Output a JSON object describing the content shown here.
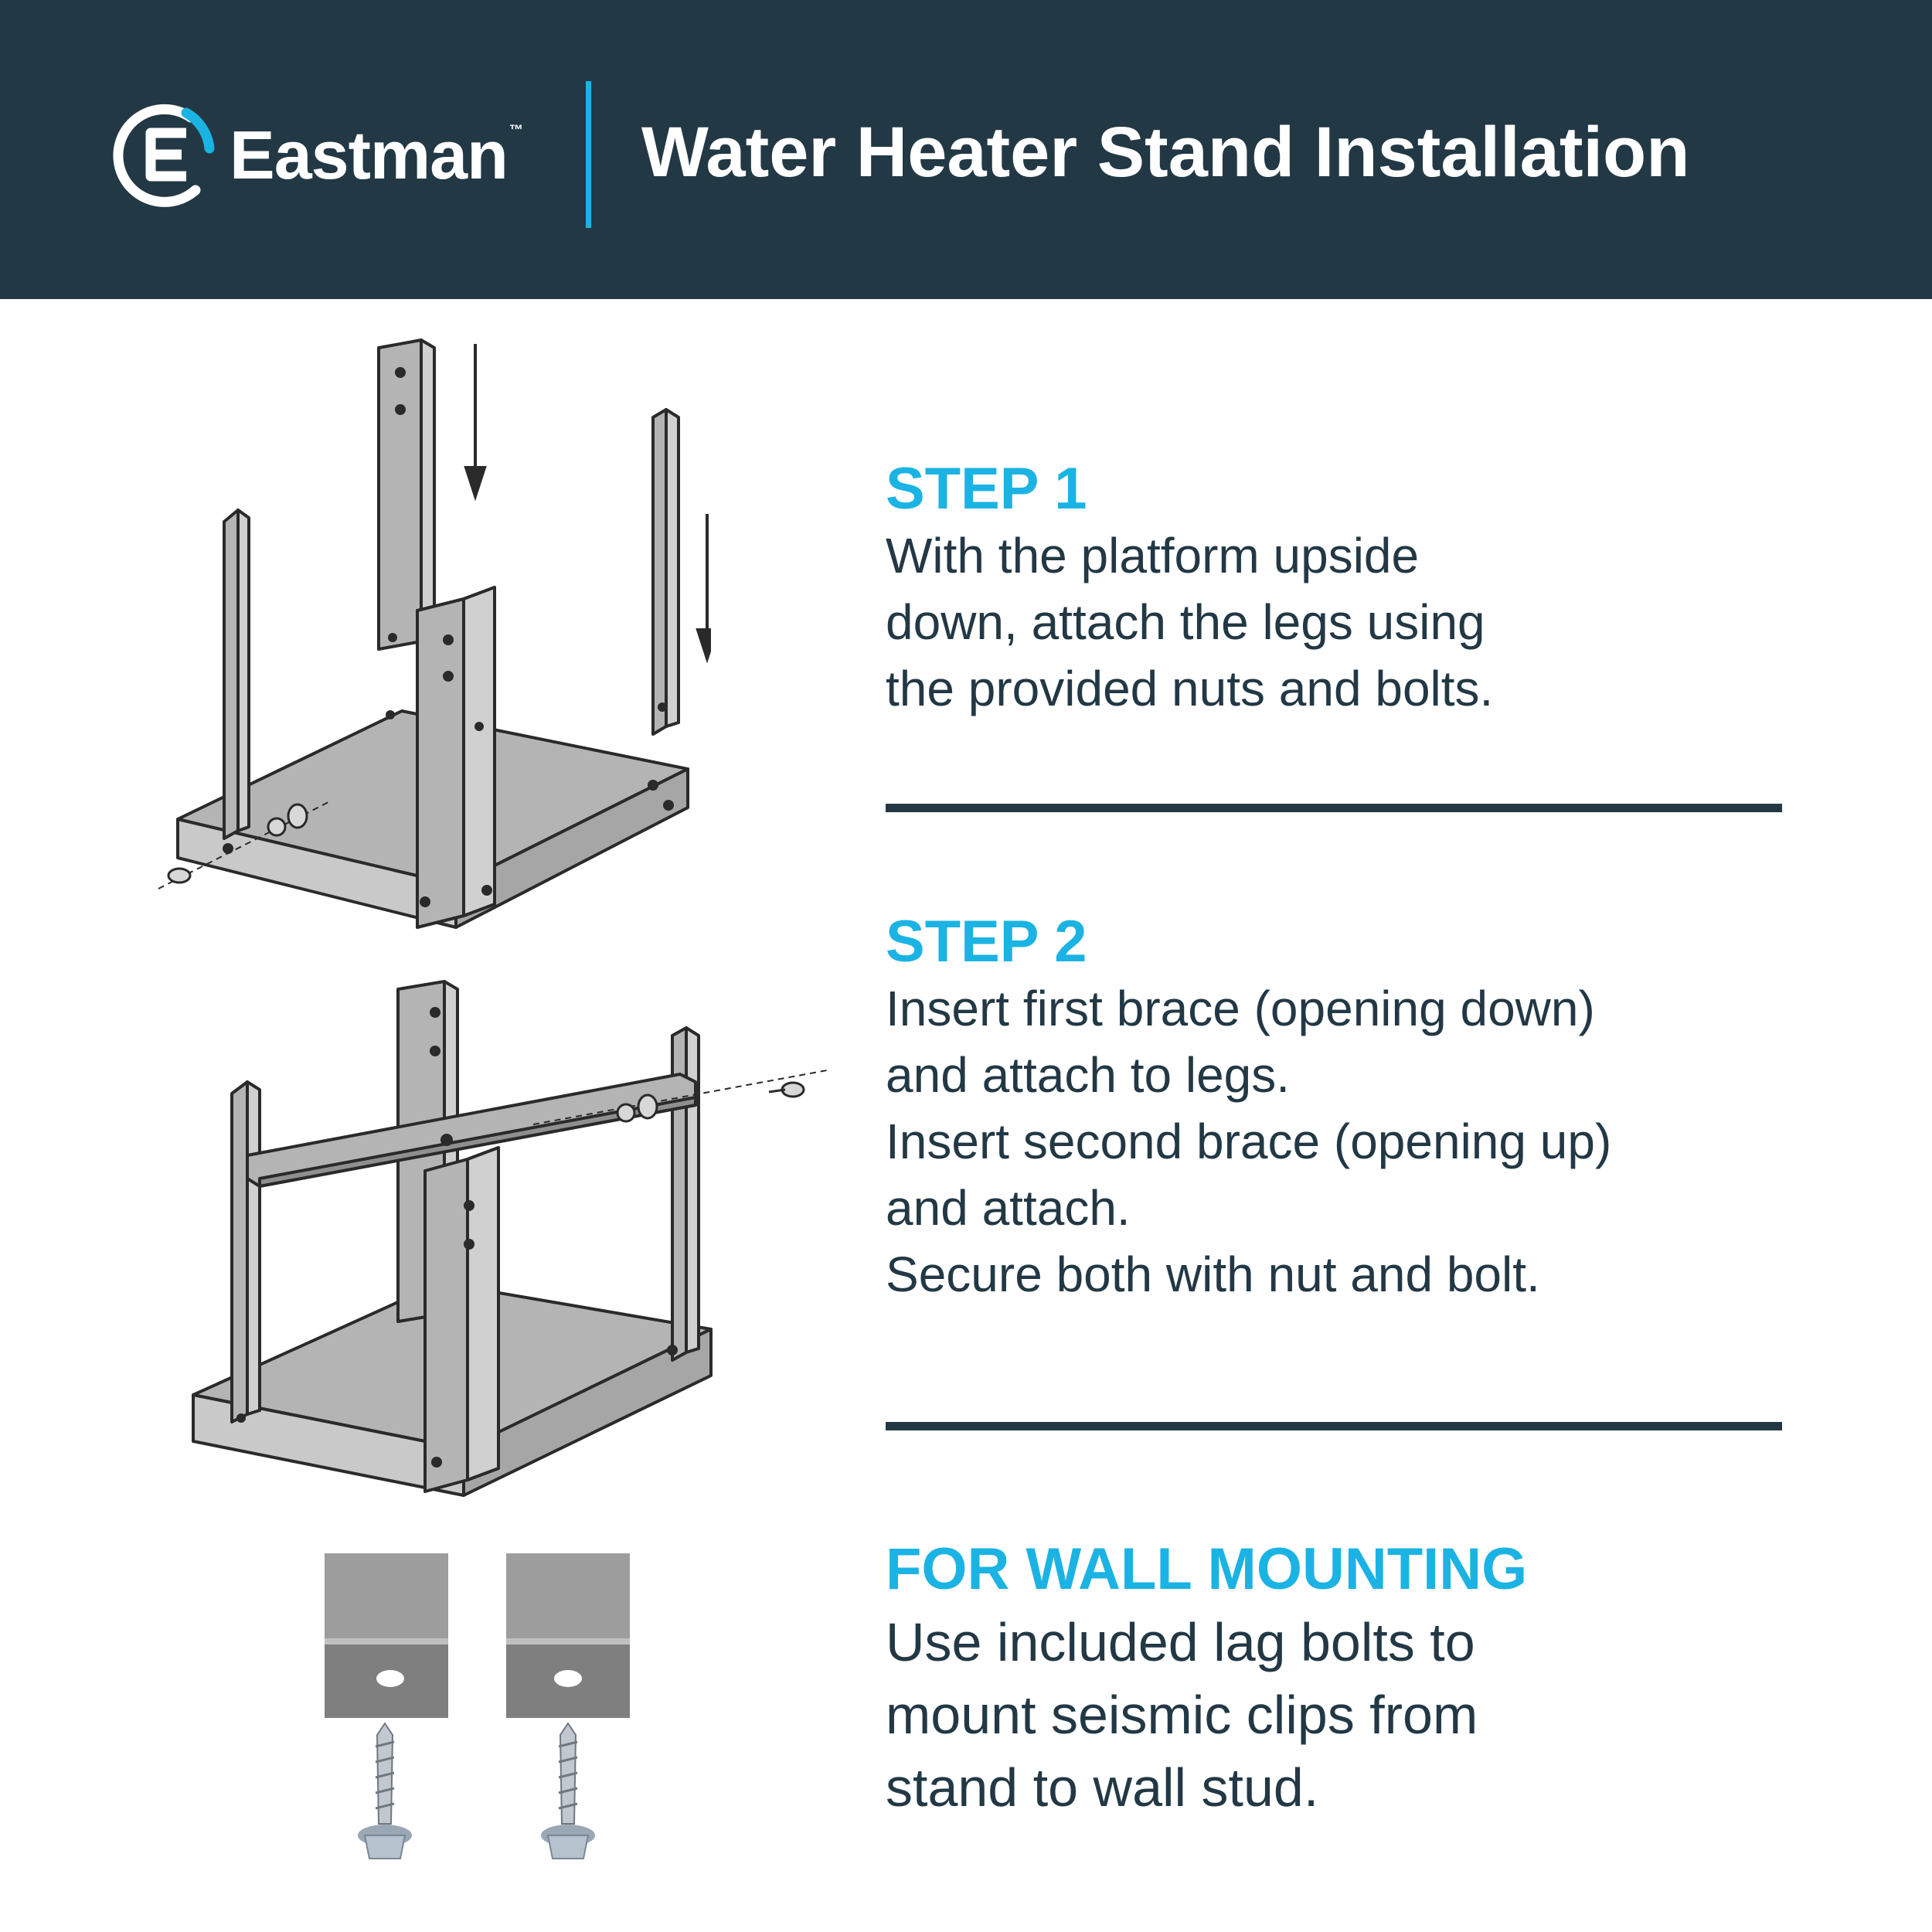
{
  "header": {
    "brand": "Eastman",
    "trademark": "™",
    "title": "Water Heater Stand Installation",
    "logo_icon": "eastman-e-logo-icon",
    "colors": {
      "navy": "#233845",
      "accent": "#1bb3e3",
      "text": "#233845"
    }
  },
  "steps": [
    {
      "heading": "STEP 1",
      "lines": [
        "With the platform upside",
        "down, attach the legs using",
        "the provided nuts and bolts."
      ]
    },
    {
      "heading": "STEP 2",
      "lines": [
        "Insert first brace (opening down)",
        "and attach to legs.",
        "Insert second brace (opening up)",
        "and attach.",
        "Secure both with nut and bolt."
      ]
    },
    {
      "heading": "FOR WALL MOUNTING",
      "lines": [
        "Use included lag bolts to",
        "mount seismic clips from",
        "stand to wall stud."
      ]
    }
  ],
  "illustrations": {
    "step1": "stand-legs-attach-illustration",
    "step2": "stand-braces-illustration",
    "mount": "seismic-clips-and-lag-bolts-photo"
  }
}
